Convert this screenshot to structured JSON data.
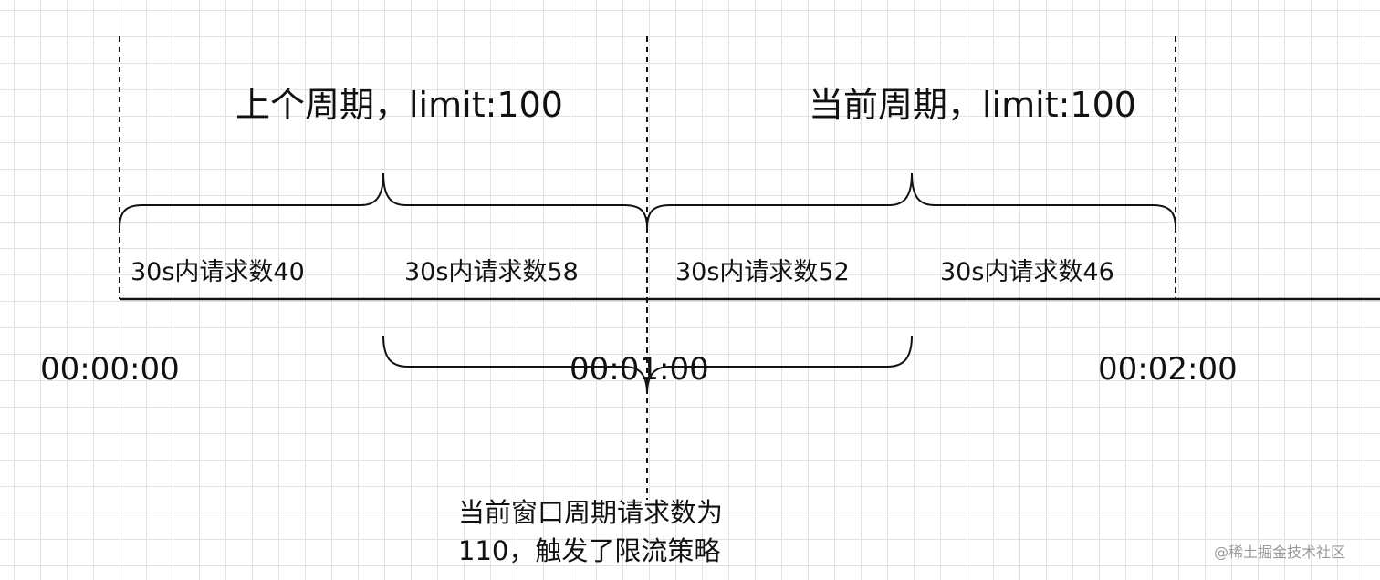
{
  "periods": [
    {
      "label": "上个周期，limit:100"
    },
    {
      "label": "当前周期，limit:100"
    }
  ],
  "segments": [
    {
      "label": "30s内请求数40",
      "count": 40
    },
    {
      "label": "30s内请求数58",
      "count": 58
    },
    {
      "label": "30s内请求数52",
      "count": 52
    },
    {
      "label": "30s内请求数46",
      "count": 46
    }
  ],
  "time_marks": [
    {
      "label": "00:00:00"
    },
    {
      "label": "00:01:00"
    },
    {
      "label": "00:02:00"
    }
  ],
  "note": {
    "line1": "当前窗口周期请求数为",
    "line2": "110，触发了限流策略"
  },
  "watermark": "@稀土掘金技术社区",
  "colors": {
    "ink": "#111111",
    "grid": "#e2e2e2",
    "background": "#ffffff"
  }
}
